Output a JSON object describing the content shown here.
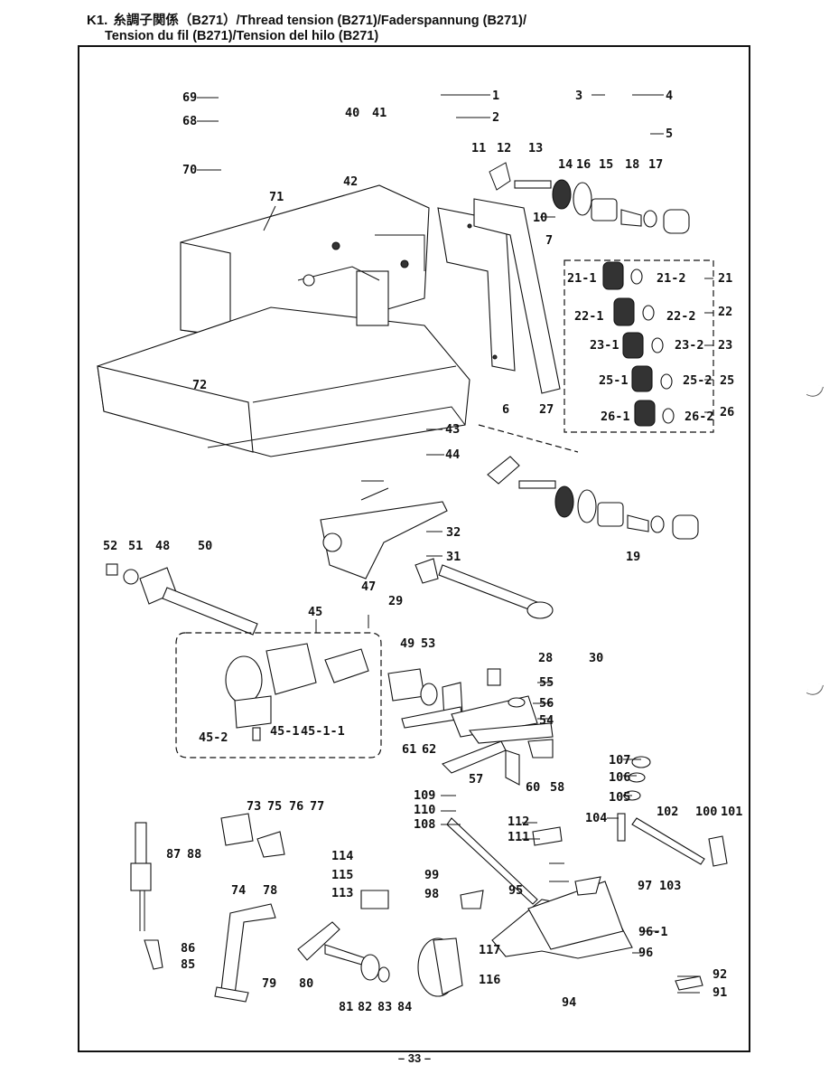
{
  "header": {
    "code": "K1.",
    "line1": "糸調子関係（B271）/Thread tension (B271)/Faderspannung (B271)/",
    "line2": "Tension du fil (B271)/Tension del hilo (B271)"
  },
  "page_number": "– 33 –",
  "labels": [
    "1",
    "2",
    "3",
    "4",
    "5",
    "6",
    "7",
    "10",
    "11",
    "12",
    "13",
    "14",
    "15",
    "16",
    "17",
    "18",
    "19",
    "21",
    "21-1",
    "21-2",
    "22",
    "22-1",
    "22-2",
    "23",
    "23-1",
    "23-2",
    "25",
    "25-1",
    "25-2",
    "26",
    "26-1",
    "26-2",
    "27",
    "28",
    "29",
    "30",
    "31",
    "32",
    "40",
    "41",
    "42",
    "43",
    "44",
    "45",
    "45-1",
    "45-1-1",
    "45-2",
    "47",
    "48",
    "49",
    "50",
    "51",
    "52",
    "53",
    "54",
    "55",
    "56",
    "57",
    "58",
    "60",
    "61",
    "62",
    "68",
    "69",
    "70",
    "71",
    "72",
    "73",
    "74",
    "75",
    "76",
    "77",
    "78",
    "79",
    "80",
    "81",
    "82",
    "83",
    "84",
    "85",
    "86",
    "87",
    "88",
    "91",
    "92",
    "94",
    "95",
    "96",
    "96-1",
    "97",
    "98",
    "99",
    "100",
    "101",
    "102",
    "103",
    "104",
    "105",
    "106",
    "107",
    "108",
    "109",
    "110",
    "111",
    "112",
    "113",
    "114",
    "115",
    "116",
    "117"
  ]
}
